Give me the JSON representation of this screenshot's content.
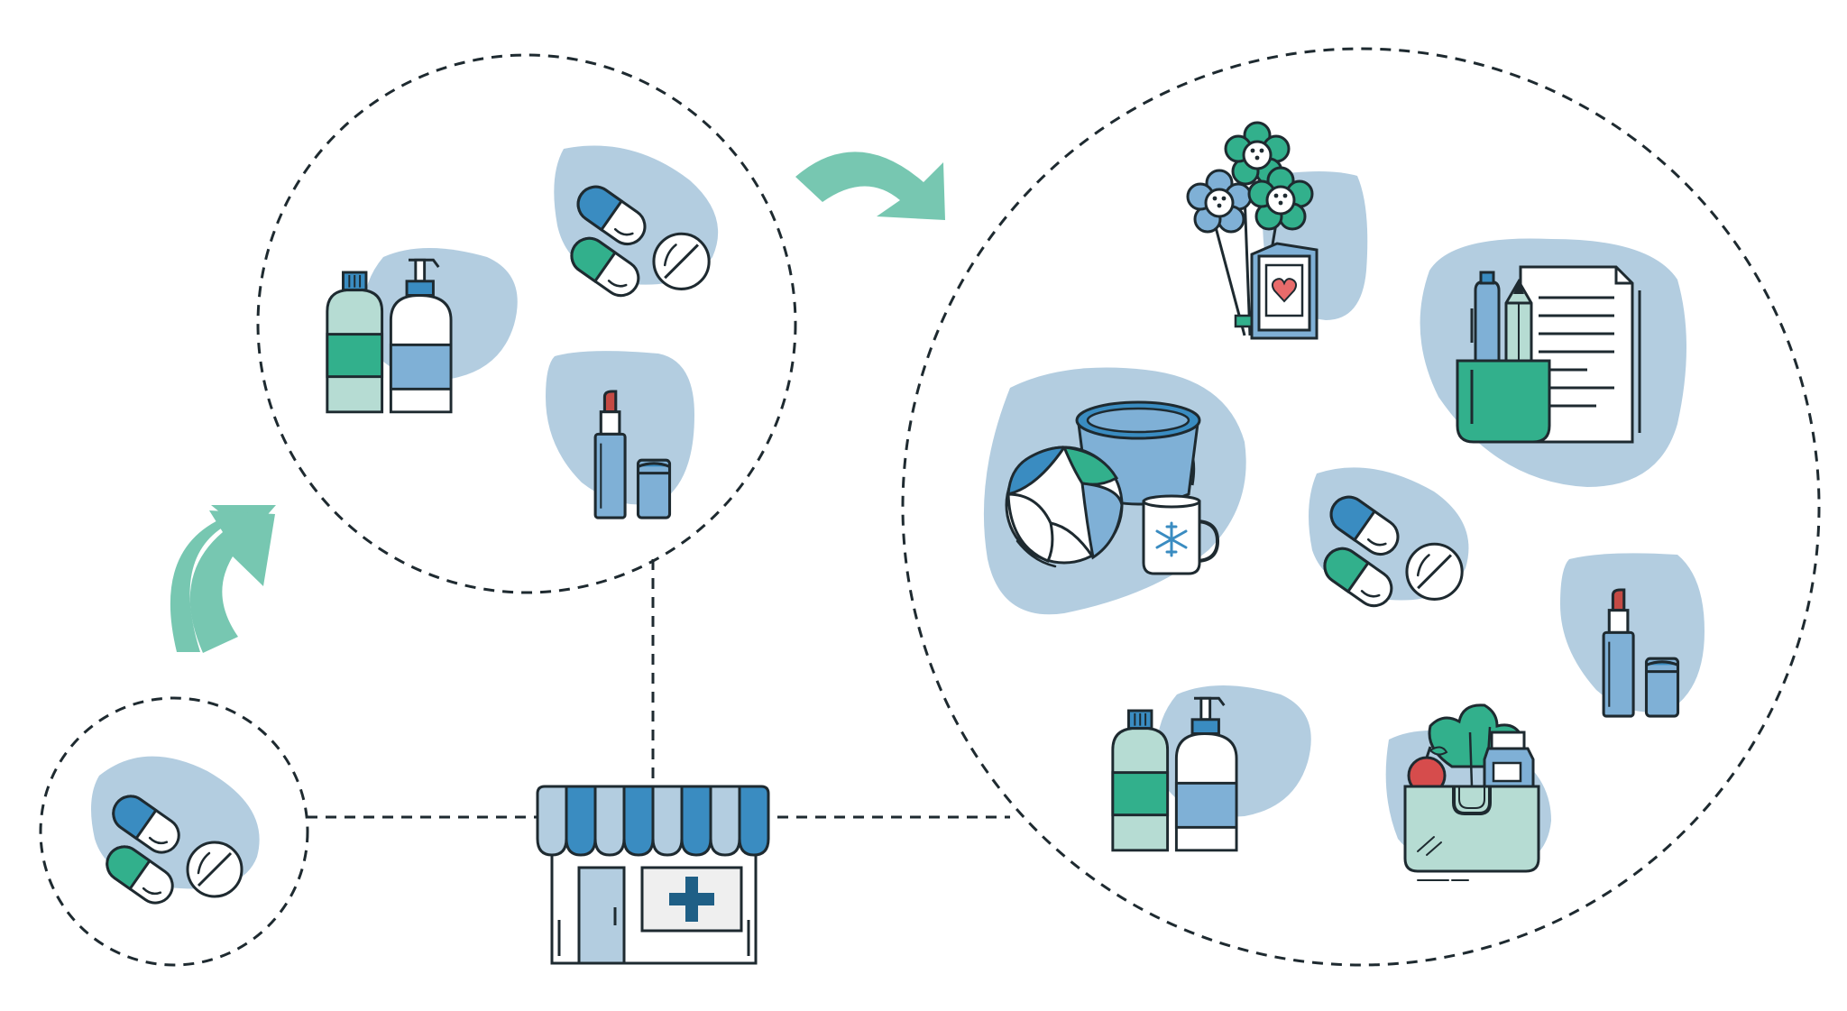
{
  "colors": {
    "outline": "#1e2a30",
    "blob": "#b3cde0",
    "blue": "#3a8cc1",
    "light_blue": "#7fb0d6",
    "green": "#32b08c",
    "pale_green": "#b6dcd3",
    "arrow": "#77c7b1",
    "white": "#ffffff",
    "heart": "#e86b6b",
    "cross": "#1f5f86",
    "lipstick": "#c44a44",
    "apple": "#d64c4c"
  },
  "diagram": {
    "stages": [
      {
        "id": "stage-small",
        "items": [
          "pills-icon"
        ]
      },
      {
        "id": "stage-medium",
        "items": [
          "pills-icon",
          "bottles-icon",
          "lipstick-icon"
        ]
      },
      {
        "id": "stage-large",
        "items": [
          "flowers-card-icon",
          "stationery-icon",
          "beach-items-icon",
          "pills-icon",
          "lipstick-icon",
          "bottles-icon",
          "grocery-bag-icon"
        ]
      }
    ],
    "center": "pharmacy-store-icon",
    "arrows": [
      "growth-arrow-icon",
      "growth-arrow-icon"
    ]
  }
}
